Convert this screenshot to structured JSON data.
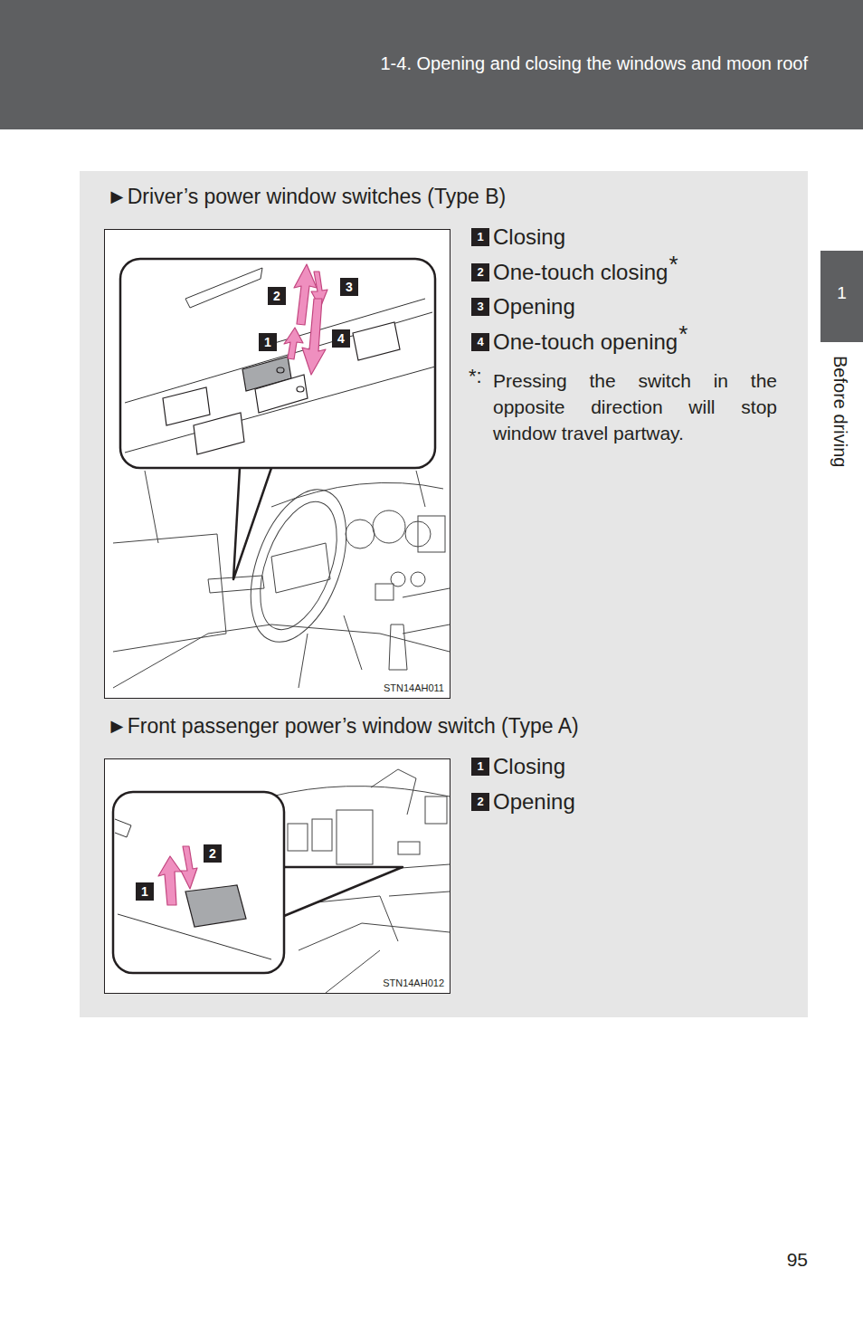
{
  "diagram": {
    "nodes": [
      {
        "text": [
          "1-4. Opening and closing the windows and moon roof"
        ]
      },
      {
        "text": [
          "1",
          "Before driving"
        ]
      },
      {
        "text": [
          "►Driver’s power window switches (Type B)",
          "►Front passenger power’s window switch (Type A)"
        ]
      },
      {
        "text": [
          "STN14AH011"
        ],
        "in": 2
      },
      {
        "text": [
          "2"
        ],
        "in": 3
      },
      {
        "text": [
          "3"
        ],
        "in": 3
      },
      {
        "text": [
          "1"
        ],
        "in": 3
      },
      {
        "text": [
          "4"
        ],
        "in": 3
      },
      {
        "text": [
          "1",
          "Closing"
        ],
        "in": 2
      },
      {
        "text": [
          "2",
          "One-touch closing",
          "*"
        ],
        "in": 2
      },
      {
        "text": [
          "3",
          "Opening"
        ],
        "in": 2
      },
      {
        "text": [
          "4",
          "One-touch opening",
          "*"
        ],
        "in": 2
      },
      {
        "text": [
          "STN14AH012"
        ],
        "in": 2
      },
      {
        "text": [
          "2"
        ],
        "in": 12
      },
      {
        "text": [
          "1"
        ],
        "in": 12
      },
      {
        "text": [
          "1",
          "Closing"
        ],
        "in": 2
      },
      {
        "text": [
          "2",
          "Opening"
        ],
        "in": 2
      }
    ],
    "labels": [
      "*:",
      "Pressing the switch in the opposite direction will stop window travel partway.",
      "95"
    ]
  }
}
